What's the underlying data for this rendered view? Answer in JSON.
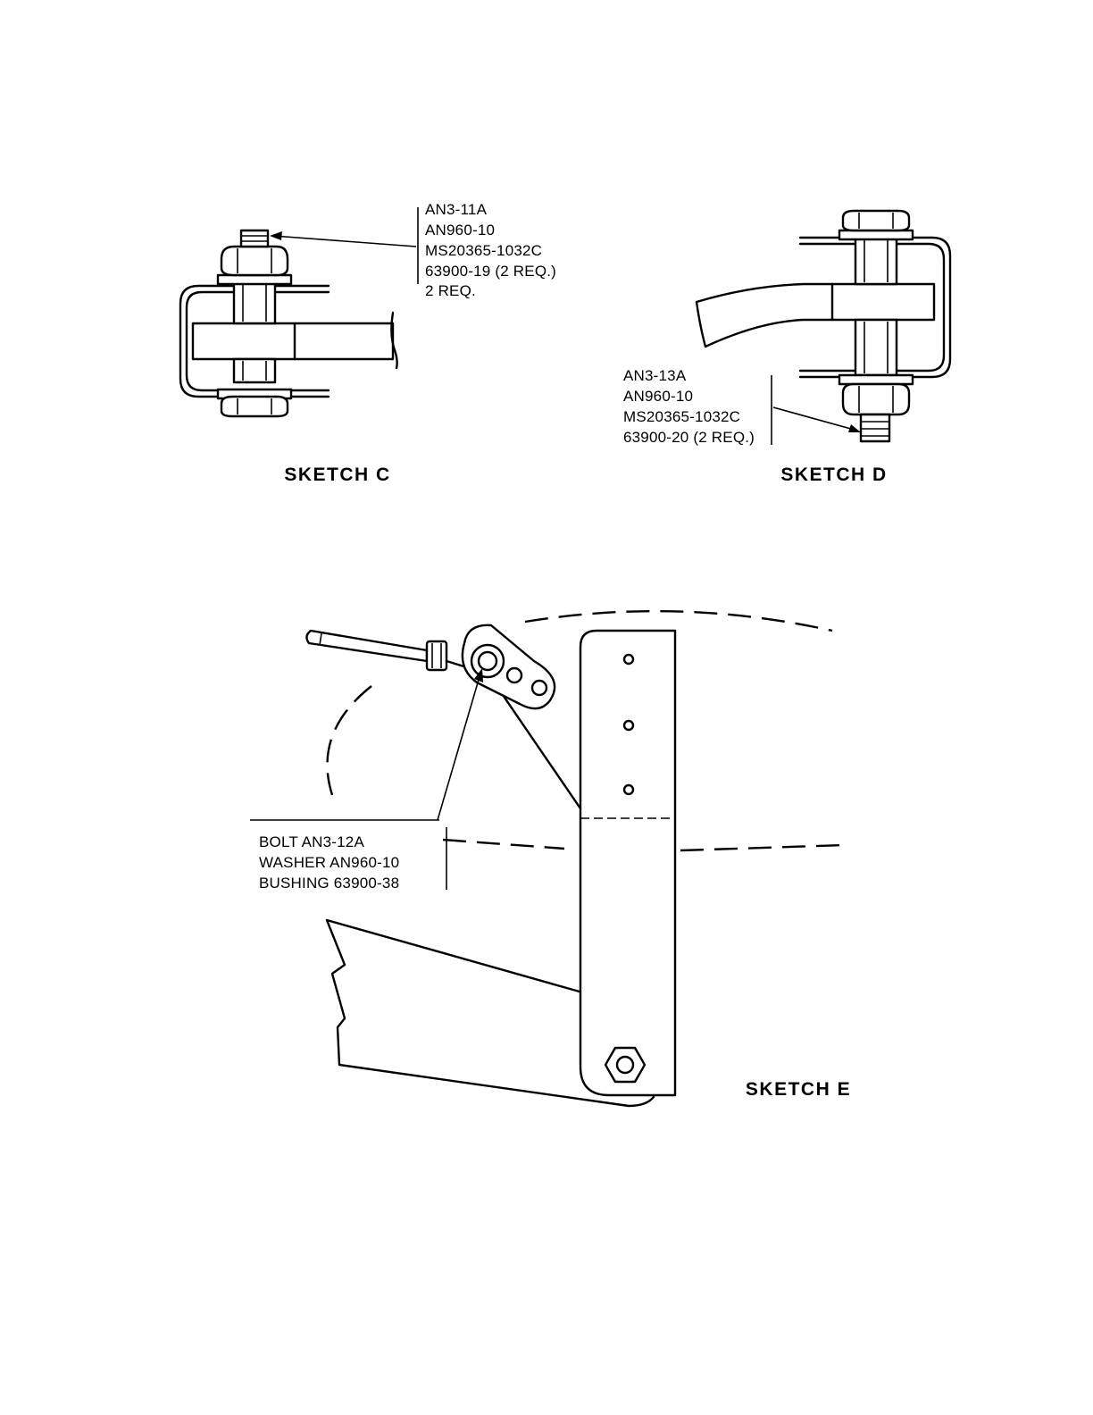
{
  "sketch_c": {
    "title": "SKETCH C",
    "callout": [
      "AN3-11A",
      "AN960-10",
      "MS20365-1032C",
      "63900-19 (2 REQ.)",
      "2 REQ."
    ]
  },
  "sketch_d": {
    "title": "SKETCH D",
    "callout": [
      "AN3-13A",
      "AN960-10",
      "MS20365-1032C",
      "63900-20 (2 REQ.)"
    ]
  },
  "sketch_e": {
    "title": "SKETCH E",
    "callout": [
      "BOLT AN3-12A",
      "WASHER AN960-10",
      "BUSHING 63900-38"
    ]
  }
}
